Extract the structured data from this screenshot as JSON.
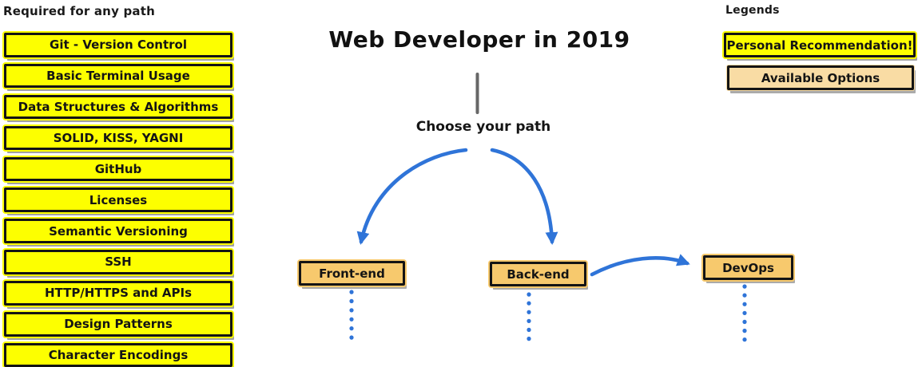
{
  "page": {
    "title": "Web Developer in 2019",
    "choose_path_label": "Choose your path"
  },
  "required": {
    "heading": "Required for any path",
    "items": [
      "Git - Version Control",
      "Basic Terminal Usage",
      "Data Structures & Algorithms",
      "SOLID, KISS, YAGNI",
      "GitHub",
      "Licenses",
      "Semantic Versioning",
      "SSH",
      "HTTP/HTTPS and APIs",
      "Design Patterns",
      "Character Encodings"
    ]
  },
  "paths": {
    "nodes": [
      {
        "label": "Front-end"
      },
      {
        "label": "Back-end"
      },
      {
        "label": "DevOps"
      }
    ]
  },
  "legends": {
    "heading": "Legends",
    "items": [
      {
        "label": "Personal Recommendation!",
        "type": "recommendation",
        "color": "#FDFF00"
      },
      {
        "label": "Available Options",
        "type": "option",
        "color": "#F9DCA4"
      }
    ]
  },
  "colors": {
    "recommendation_yellow": "#FDFF00",
    "option_gold": "#F7C96D",
    "legend_option_tan": "#F9DCA4",
    "arrow_blue": "#2F74D8",
    "stem_gray": "#676767",
    "border_black": "#141414"
  }
}
